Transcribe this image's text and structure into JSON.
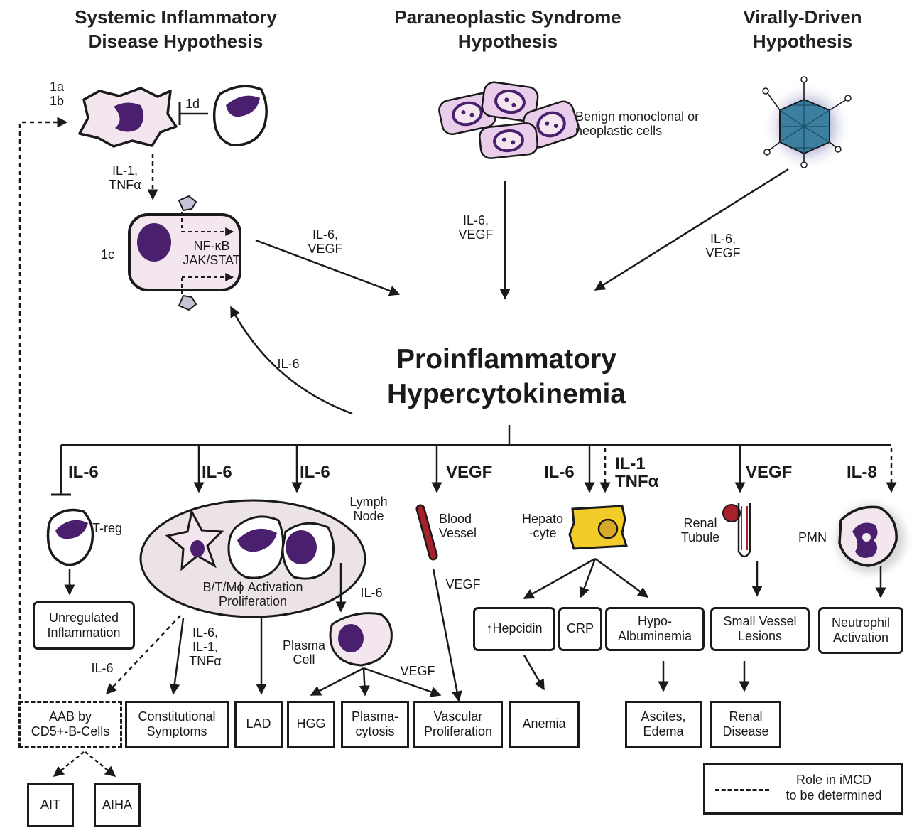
{
  "hypotheses": {
    "systemic": "Systemic Inflammatory\nDisease Hypothesis",
    "paraneoplastic": "Paraneoplastic Syndrome\nHypothesis",
    "viral": "Virally-Driven\nHypothesis"
  },
  "center_title": "Proinflammatory\nHypercytokinemia",
  "step_labels": {
    "s1a1b": "1a\n1b",
    "s1d": "1d",
    "s1c": "1c"
  },
  "cell_text": {
    "nfkb": "NF-κB\nJAK/STAT",
    "benign": "Benign monoclonal or\nneoplastic cells",
    "treg": "T-reg",
    "activation": "B/T/Mϕ Activation\nProliferation",
    "lymph_node": "Lymph\nNode",
    "blood_vessel": "Blood\nVessel",
    "hepatocyte": "Hepato\n-cyte",
    "renal_tubule": "Renal\nTubule",
    "pmn": "PMN",
    "plasma_cell": "Plasma\nCell"
  },
  "cytokine_labels": {
    "il1_tnfa_top": "IL-1,\nTNFα",
    "il6_vegf_left": "IL-6,\nVEGF",
    "il6_vegf_mid": "IL-6,\nVEGF",
    "il6_vegf_right": "IL-6,\nVEGF",
    "il6_feedback": "IL-6",
    "il6_lymph_plasma": "IL-6",
    "vegf_vessel": "VEGF",
    "vegf_plasma": "VEGF",
    "il6_il1_tnfa": "IL-6,\nIL-1,\nTNFα",
    "il6_aab": "IL-6"
  },
  "branch_labels": {
    "b1": "IL-6",
    "b2": "IL-6",
    "b3": "IL-6",
    "b4": "VEGF",
    "b5": "IL-6",
    "b6": "IL-1\nTNFα",
    "b7": "VEGF",
    "b8": "IL-8"
  },
  "effects": {
    "unregulated": "Unregulated\nInflammation",
    "hepcidin": "↑Hepcidin",
    "crp": "CRP",
    "hypoalb": "Hypo-\nAlbuminemia",
    "small_vessel": "Small Vessel\nLesions",
    "neutrophil": "Neutrophil\nActivation"
  },
  "outcomes": {
    "aab": "AAB by\nCD5+-B-Cells",
    "constitutional": "Constitutional\nSymptoms",
    "lad": "LAD",
    "hgg": "HGG",
    "plasmacytosis": "Plasma-\ncytosis",
    "vascular": "Vascular\nProliferation",
    "anemia": "Anemia",
    "ascites": "Ascites,\nEdema",
    "renal_disease": "Renal\nDisease",
    "ait": "AIT",
    "aiha": "AIHA"
  },
  "legend": {
    "text": "Role in iMCD\nto be determined"
  },
  "colors": {
    "cell_fill": "#f3e6ef",
    "nucleus": "#4a1f6e",
    "tumor_cell": "#e9cdea",
    "vessel": "#a8202c",
    "hepatocyte": "#f2cd2a",
    "virus": "#3d7fa0",
    "ink": "#1a1a1a"
  }
}
